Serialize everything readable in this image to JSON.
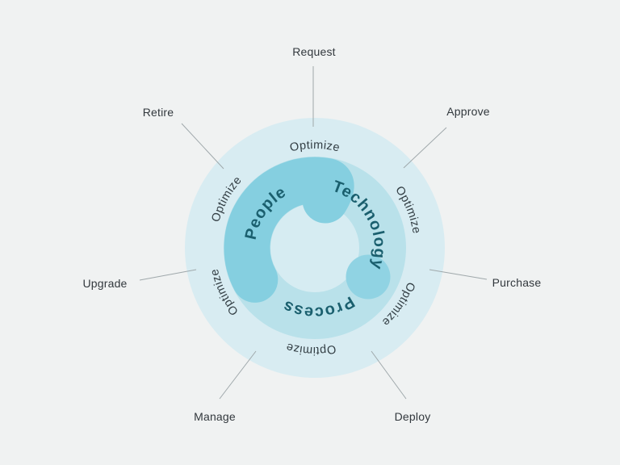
{
  "diagram": {
    "background_color": "#f0f2f2",
    "colors": {
      "outer_ring": "#d8ecf2",
      "middle_ring": "#b9e1ea",
      "inner_circle": "#d6ecf2",
      "arc": "#85cfe0",
      "dot": "#90d3e3",
      "segment_text": "#1a5f6e",
      "optimize_text": "#333e44",
      "spoke_text": "#32383d",
      "spoke_line": "#9fa8ab"
    },
    "segments": [
      {
        "label": "People"
      },
      {
        "label": "Technology"
      },
      {
        "label": "Process"
      }
    ],
    "ring_labels": [
      {
        "text": "Optimize",
        "position": "top"
      },
      {
        "text": "Optimize",
        "position": "upper-right"
      },
      {
        "text": "Optimize",
        "position": "lower-right"
      },
      {
        "text": "Optimize",
        "position": "bottom"
      },
      {
        "text": "Optimize",
        "position": "lower-left"
      },
      {
        "text": "Optimize",
        "position": "upper-left"
      }
    ],
    "spokes": [
      {
        "label": "Request",
        "position": "top"
      },
      {
        "label": "Approve",
        "position": "upper-right"
      },
      {
        "label": "Purchase",
        "position": "right"
      },
      {
        "label": "Deploy",
        "position": "lower-right"
      },
      {
        "label": "Manage",
        "position": "lower-left"
      },
      {
        "label": "Upgrade",
        "position": "left"
      },
      {
        "label": "Retire",
        "position": "upper-left"
      }
    ]
  }
}
